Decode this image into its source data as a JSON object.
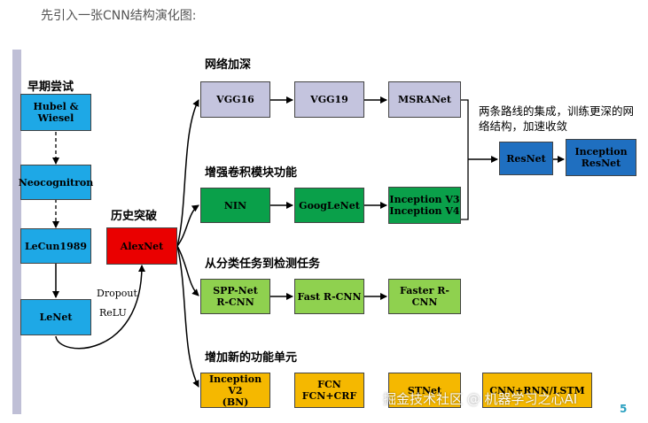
{
  "intro": "先引入一张CNN结构演化图:",
  "headers": {
    "early": "早期尝试",
    "breakthrough": "历史突破",
    "deeper": "网络加深",
    "conv_module": "增强卷积模块功能",
    "detection": "从分类任务到检测任务",
    "new_units": "增加新的功能单元"
  },
  "early_nodes": [
    "Hubel &\nWiesel",
    "Neocognitron",
    "LeCun1989",
    "LeNet"
  ],
  "alexnet": "AlexNet",
  "alexnet_notes": [
    "Dropout",
    "ReLU"
  ],
  "deeper_nodes": [
    "VGG16",
    "VGG19",
    "MSRANet"
  ],
  "conv_nodes": [
    "NIN",
    "GoogLeNet",
    "Inception V3\nInception V4"
  ],
  "detection_nodes": [
    "SPP-Net\nR-CNN",
    "Fast R-CNN",
    "Faster R-CNN"
  ],
  "unit_nodes": [
    "Inception V2\n(BN)",
    "FCN\nFCN+CRF",
    "STNet",
    "CNN+RNN/LSTM"
  ],
  "merge_annotation": "两条路线的集成，训练更深的网络结构，加速收敛",
  "merge_nodes": [
    "ResNet",
    "Inception\nResNet"
  ],
  "watermark": "掘金技术社区 @ 机器学习之心AI",
  "page_number": "5"
}
